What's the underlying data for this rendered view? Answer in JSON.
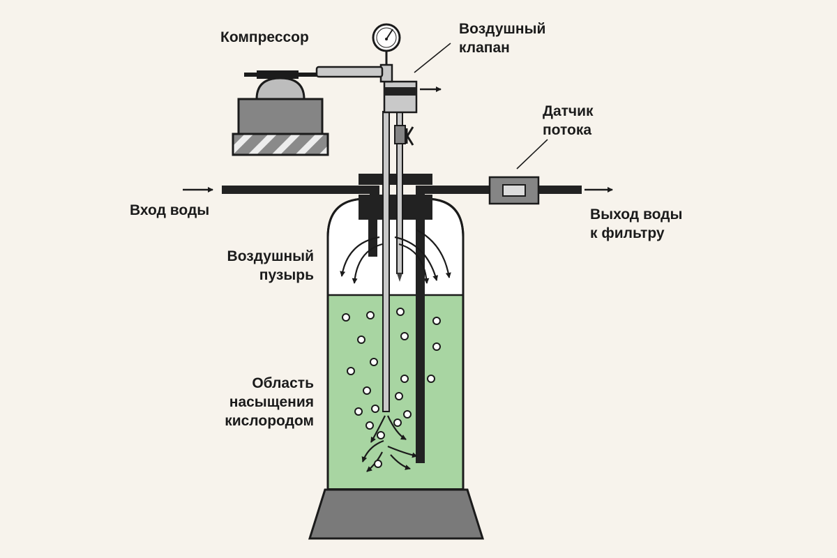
{
  "labels": {
    "compressor": "Компрессор",
    "air_valve": [
      "Воздушный",
      "клапан"
    ],
    "flow_sensor": [
      "Датчик",
      "потока"
    ],
    "water_inlet": "Вход воды",
    "water_outlet": [
      "Выход воды",
      "к фильтру"
    ],
    "air_bubble": [
      "Воздушный",
      "пузырь"
    ],
    "oxygen_zone": [
      "Область",
      "насыщения",
      "кислородом"
    ]
  },
  "colors": {
    "background": "#f7f3ec",
    "water": "#a8d5a2",
    "metal": "#c9c9c9",
    "dark_gray": "#858585",
    "base": "#7a7a7a",
    "pipe": "#222222",
    "stroke": "#1b1b1b"
  },
  "icons": [
    "pressure-gauge-icon",
    "flow-arrow-icon",
    "bubble-icon"
  ]
}
